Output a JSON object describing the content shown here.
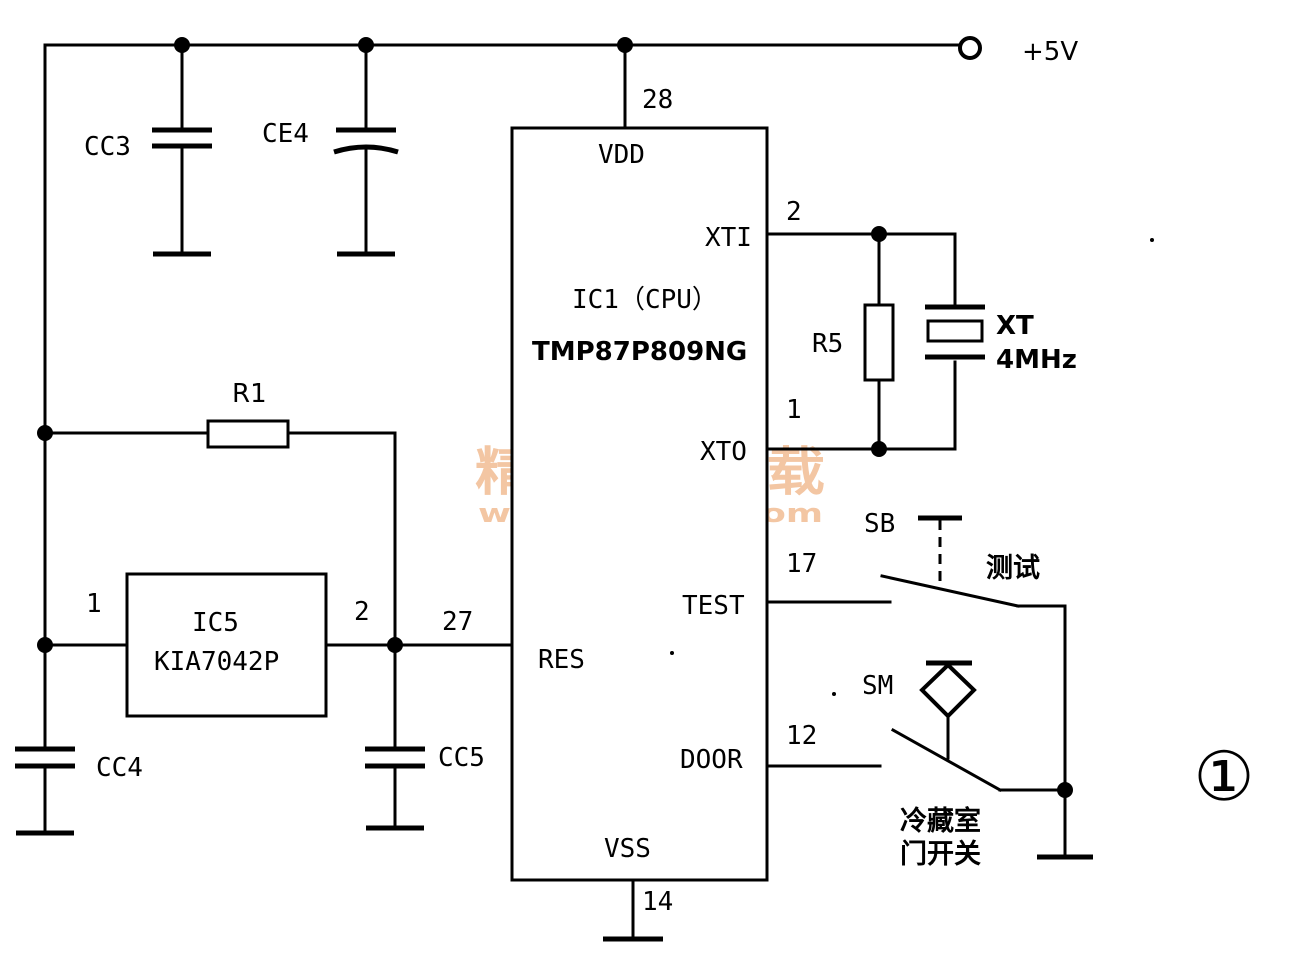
{
  "supply": {
    "label": "+5V"
  },
  "ic1": {
    "name": "IC1（CPU）",
    "part": "TMP87P809NG",
    "pins": {
      "vdd": {
        "name": "VDD",
        "num": "28"
      },
      "xti": {
        "name": "XTI",
        "num": "2"
      },
      "xto": {
        "name": "XTO",
        "num": "1"
      },
      "res": {
        "name": "RES",
        "num": "27"
      },
      "test": {
        "name": "TEST",
        "num": "17"
      },
      "door": {
        "name": "DOOR",
        "num": "12"
      },
      "vss": {
        "name": "VSS",
        "num": "14"
      }
    }
  },
  "ic5": {
    "name": "IC5",
    "part": "KIA7042P",
    "pin1": "1",
    "pin2": "2"
  },
  "components": {
    "cc3": "CC3",
    "ce4": "CE4",
    "r1": "R1",
    "cc4": "CC4",
    "cc5": "CC5",
    "r5": "R5",
    "xt": "XT",
    "xt_freq": "4MHz",
    "sb": "SB",
    "sb_desc": "测试",
    "sm": "SM",
    "sm_desc_line1": "冷藏室",
    "sm_desc_line2": "门开关"
  },
  "figure_number": "①",
  "watermark": {
    "line1": "精通维修下载",
    "line2": "www.gzweix.com"
  }
}
